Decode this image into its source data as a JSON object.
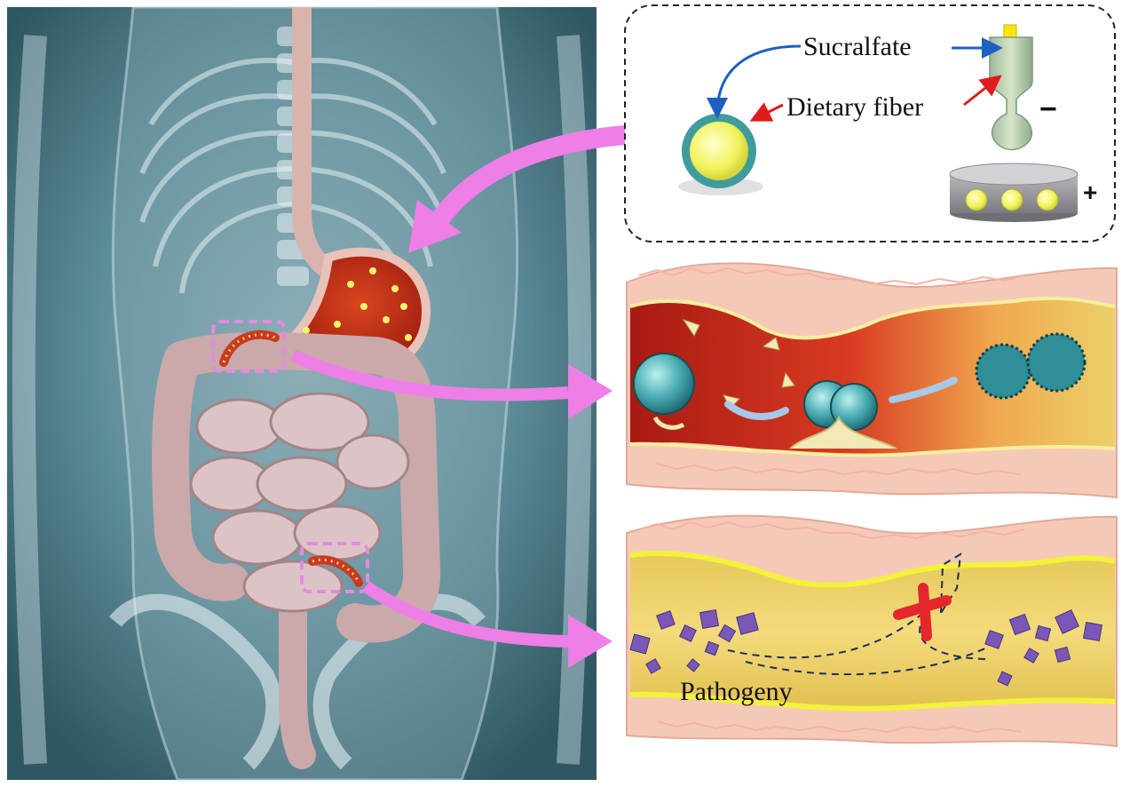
{
  "figure": {
    "labels": {
      "sucralfate": "Sucralfate",
      "dietary_fiber": "Dietary fiber",
      "pathogeny": "Pathogeny",
      "minus_sign": "−",
      "plus_sign": "+"
    },
    "colors": {
      "arrow_pink": "#ee7fe6",
      "label_arrow_blue": "#1f5fbf",
      "label_arrow_red": "#e01b1b",
      "capsule_core": "#f4f46a",
      "capsule_shell": "#3f9c9c",
      "intestine_tissue": "#f6c9b7",
      "intestine_lumen_red": "#c8261c",
      "mucus_yellow": "#e9cc63",
      "pathogen_purple": "#7a58b8",
      "body_background": "#4e7f8e",
      "block_cross_red": "#e5262d"
    }
  }
}
